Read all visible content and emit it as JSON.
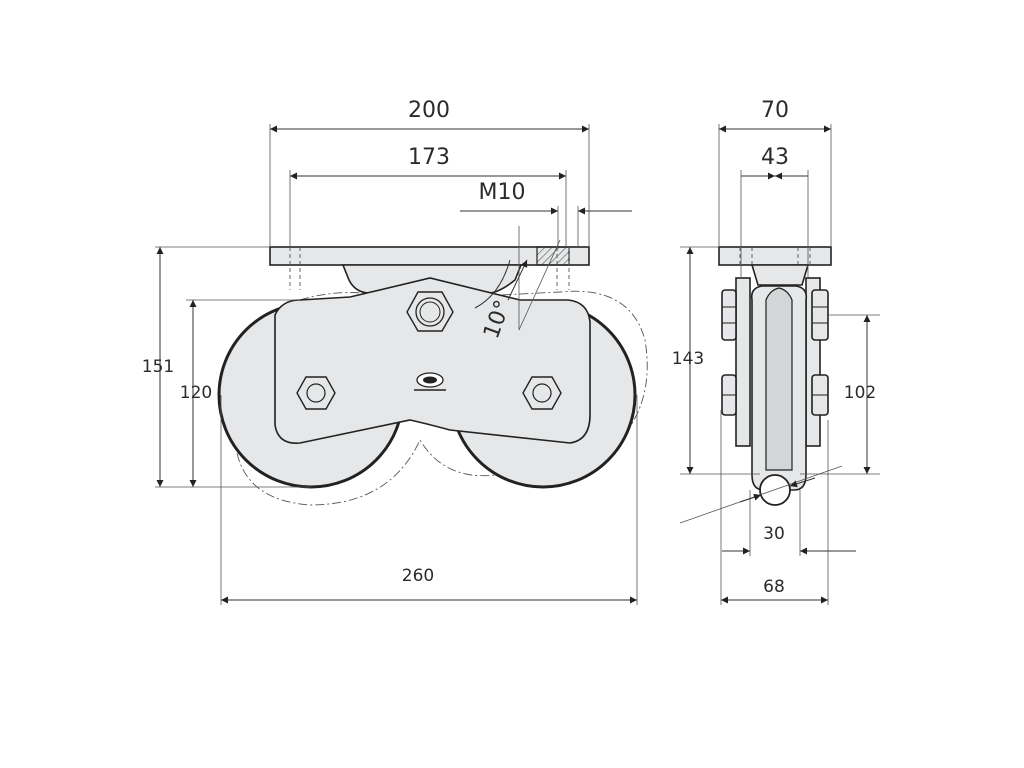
{
  "dimensions": {
    "width_200": "200",
    "width_173": "173",
    "thread_m10": "M10",
    "angle_10": "10°",
    "height_151": "151",
    "height_120": "120",
    "width_260": "260",
    "width_70": "70",
    "width_43": "43",
    "height_143": "143",
    "height_102": "102",
    "wheel_30": "30",
    "width_68": "68"
  }
}
